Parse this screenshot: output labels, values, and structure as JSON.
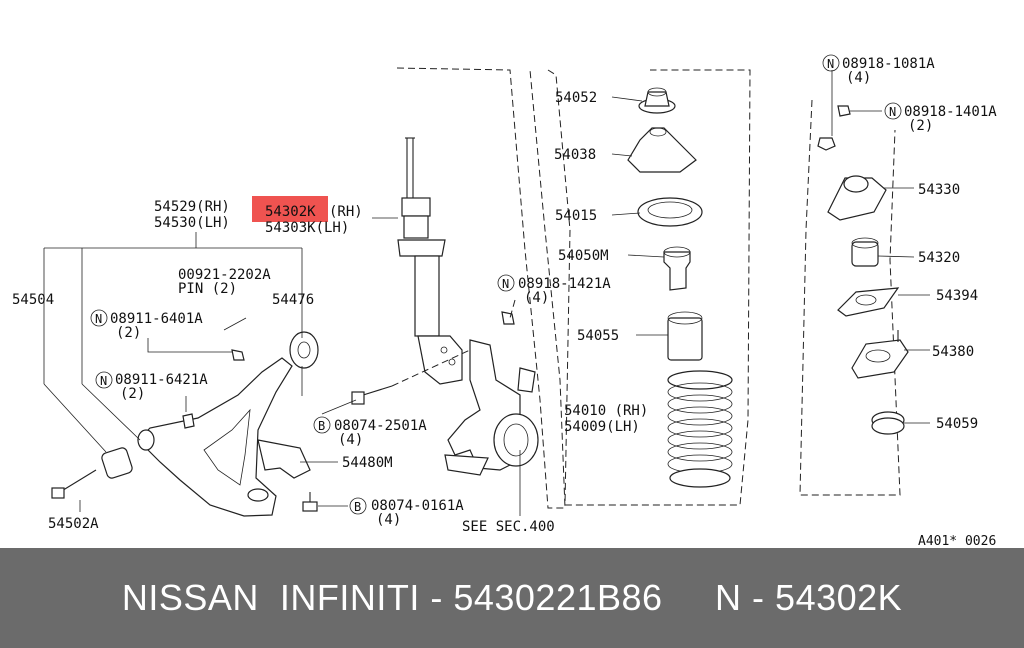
{
  "highlight_color": "#ef5350",
  "footer": {
    "text": "NISSAN  INFINITI - 5430221B86     N - 54302K",
    "background": "#6b6b6b"
  },
  "labels": {
    "p54529": "54529(RH)",
    "p54530": "54530(LH)",
    "p54302k": "54302K",
    "p54302k_side": "(RH)",
    "p54303k": "54303K(LH)",
    "p54504": "54504",
    "p00921": "00921-2202A",
    "pin": "PIN (2)",
    "p54476": "54476",
    "n6401_code": "08911-6401A",
    "n6401_qty": "(2)",
    "n6421_code": "08911-6421A",
    "n6421_qty": "(2)",
    "b2501_code": "08074-2501A",
    "b2501_qty": "(4)",
    "p54480m": "54480M",
    "b0161_code": "08074-0161A",
    "b0161_qty": "(4)",
    "p54502a": "54502A",
    "see_sec": "SEE SEC.400",
    "n1421_code": "08918-1421A",
    "n1421_qty": "(4)",
    "p54052": "54052",
    "p54038": "54038",
    "p54015": "54015",
    "p54050m": "54050M",
    "p54055": "54055",
    "p54010": "54010 (RH)",
    "p54009": "54009(LH)",
    "n1081_code": "08918-1081A",
    "n1081_qty": "(4)",
    "n1401_code": "08918-1401A",
    "n1401_qty": "(2)",
    "p54330": "54330",
    "p54320": "54320",
    "p54394": "54394",
    "p54380": "54380",
    "p54059": "54059",
    "diagram_code": "A401* 0026"
  },
  "symbols": {
    "nut": "N",
    "bolt": "B"
  }
}
